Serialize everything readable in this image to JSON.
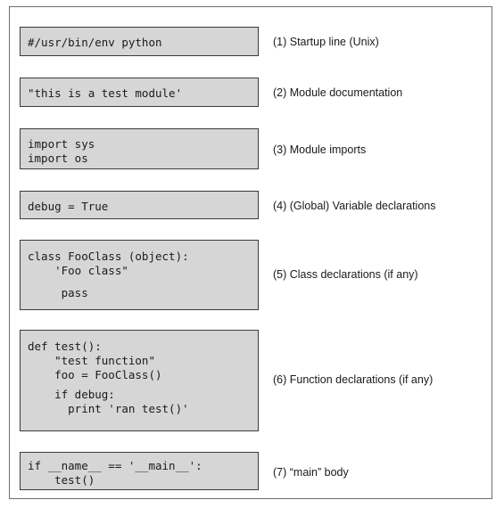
{
  "sections": [
    {
      "code": [
        "#/usr/bin/env python"
      ],
      "caption": "(1) Startup line (Unix)"
    },
    {
      "code": [
        "\"this is a test module'"
      ],
      "caption": "(2) Module documentation"
    },
    {
      "code": [
        "import sys",
        "import os"
      ],
      "caption": "(3) Module imports"
    },
    {
      "code": [
        "debug = True"
      ],
      "caption": "(4) (Global) Variable declarations"
    },
    {
      "code": [
        "class FooClass (object):",
        "    'Foo class\"",
        "     pass"
      ],
      "caption": "(5) Class declarations (if any)"
    },
    {
      "code": [
        "def test():",
        "    \"test function\"",
        "    foo = FooClass()",
        "    if debug:",
        "      print 'ran test()'"
      ],
      "caption": "(6) Function declarations (if any)"
    },
    {
      "code": [
        "if __name__ == '__main__':",
        "    test()"
      ],
      "caption": "(7) “main” body"
    }
  ]
}
